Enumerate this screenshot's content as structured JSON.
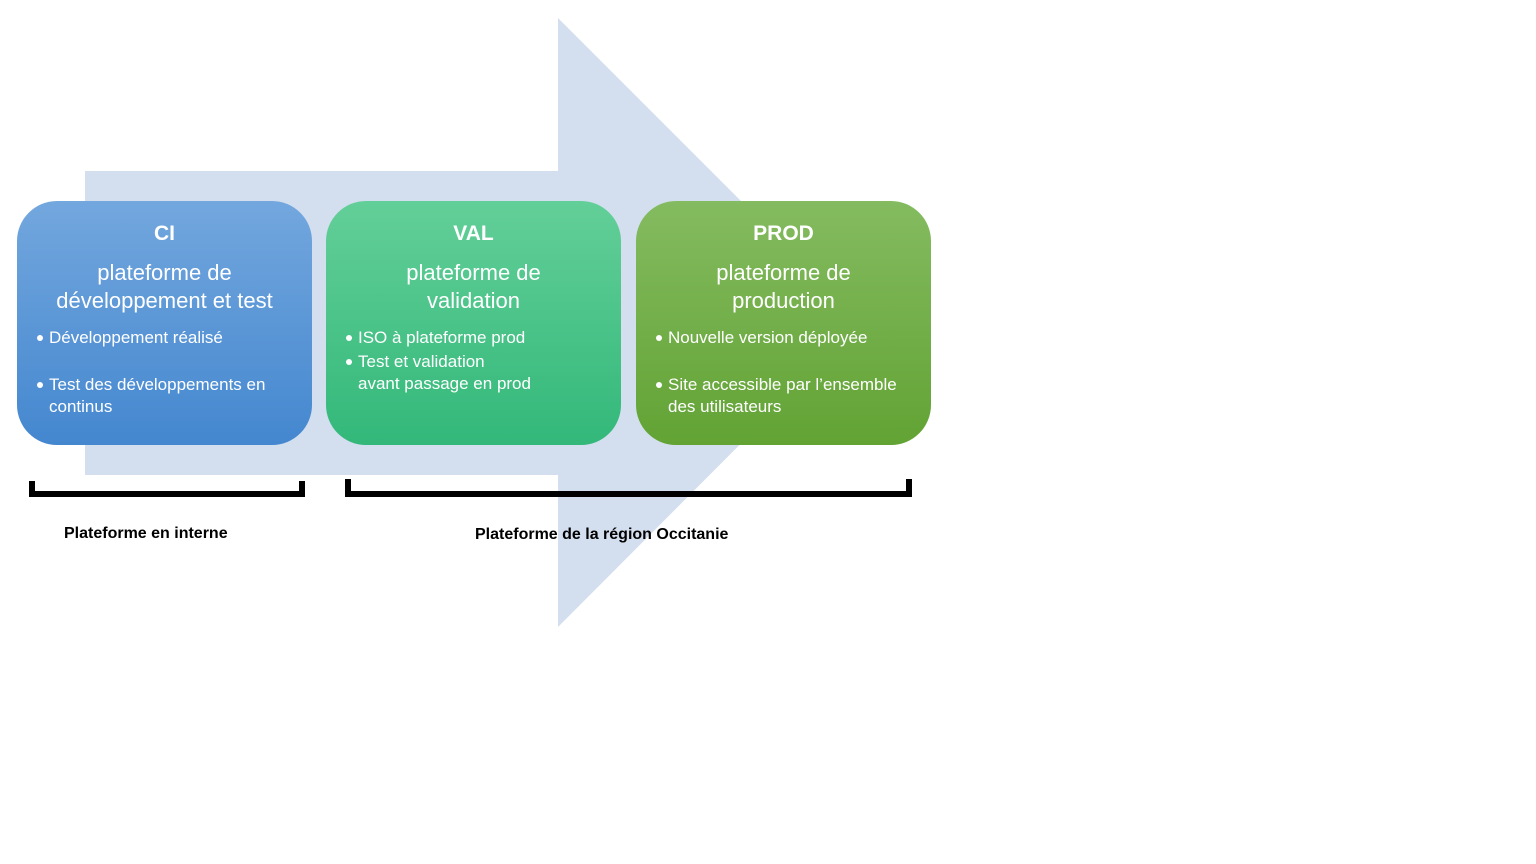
{
  "stages": [
    {
      "title": "CI",
      "subtitle_lines": [
        "plateforme de",
        "développement et test"
      ],
      "bullets": [
        [
          "Développement réalisé"
        ],
        [
          "Test des développements en",
          "continus"
        ]
      ]
    },
    {
      "title": "VAL",
      "subtitle_lines": [
        "plateforme de",
        "validation"
      ],
      "bullets": [
        [
          "ISO à plateforme prod"
        ],
        [
          "Test et validation",
          "avant passage en prod"
        ]
      ]
    },
    {
      "title": "PROD",
      "subtitle_lines": [
        "plateforme de",
        "production"
      ],
      "bullets": [
        [
          "Nouvelle version déployée"
        ],
        [
          "Site accessible par l’ensemble",
          "des utilisateurs"
        ]
      ]
    }
  ],
  "groups": {
    "internal_label": "Plateforme en interne",
    "regional_label": "Plateforme de la région Occitanie"
  },
  "colors": {
    "arrow": "#d3deef",
    "ci": "#5b9bd5",
    "val": "#48c486",
    "prod": "#70ad47",
    "bracket": "#000000"
  }
}
